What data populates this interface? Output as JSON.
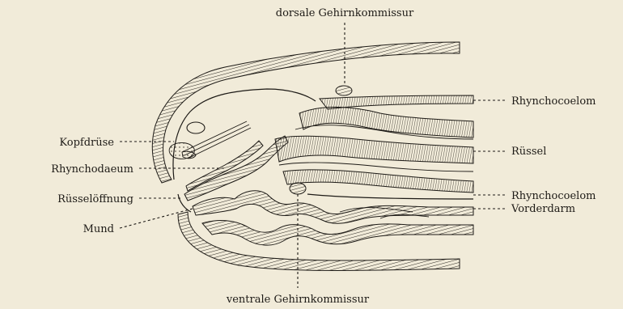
{
  "figure": {
    "labels": {
      "dorsal_commissure": "dorsale Gehirnkommissur",
      "rhynchocoelom_top": "Rhynchocoelom",
      "kopfdruse": "Kopfdrüse",
      "russel": "Rüssel",
      "rhynchodaeum": "Rhynchodaeum",
      "russeloffnung": "Rüsselöffnung",
      "rhynchocoelom_bottom": "Rhynchocoelom",
      "vorderdarm": "Vorderdarm",
      "mund": "Mund",
      "ventral_commissure": "ventrale Gehirnkommissur"
    }
  }
}
